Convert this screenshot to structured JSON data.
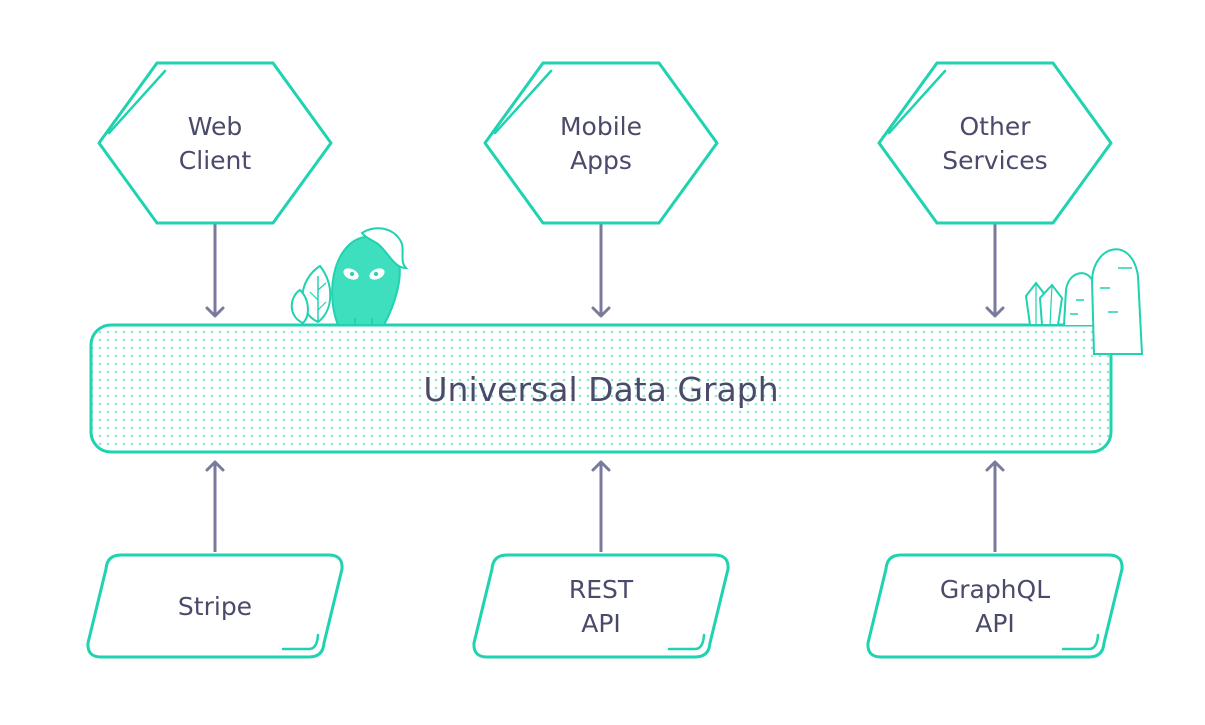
{
  "colors": {
    "accent": "#1fd2b0",
    "arrow": "#7a7a9c",
    "text": "#4a4a6a",
    "dots": "#8ee6d3",
    "background": "#ffffff"
  },
  "consumers": [
    {
      "id": "web-client",
      "shape": "hexagon",
      "lines": [
        "Web",
        "Client"
      ]
    },
    {
      "id": "mobile-apps",
      "shape": "hexagon",
      "lines": [
        "Mobile",
        "Apps"
      ]
    },
    {
      "id": "other-services",
      "shape": "hexagon",
      "lines": [
        "Other",
        "Services"
      ]
    }
  ],
  "graph": {
    "label": "Universal Data Graph"
  },
  "sources": [
    {
      "id": "stripe",
      "shape": "parallelogram",
      "lines": [
        "Stripe"
      ]
    },
    {
      "id": "rest-api",
      "shape": "parallelogram",
      "lines": [
        "REST",
        "API"
      ]
    },
    {
      "id": "graphql-api",
      "shape": "parallelogram",
      "lines": [
        "GraphQL",
        "API"
      ]
    }
  ],
  "decorations": [
    "mascot",
    "leaf",
    "crystals",
    "cacti"
  ]
}
